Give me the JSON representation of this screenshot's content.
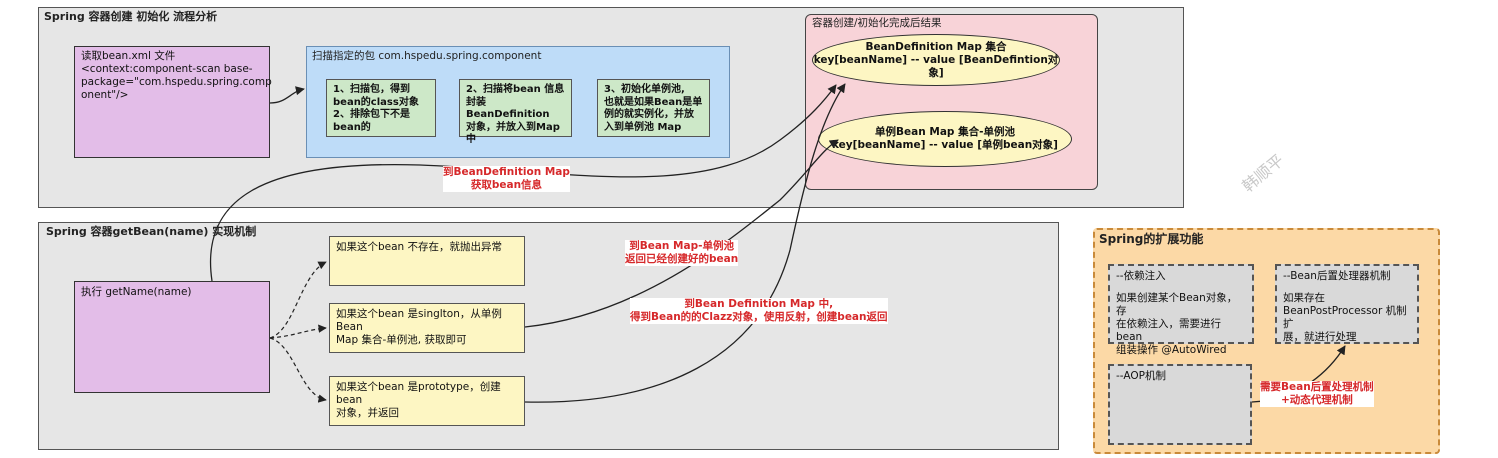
{
  "panel1": {
    "title": "Spring 容器创建 初始化 流程分析",
    "read_xml": [
      "读取bean.xml 文件",
      "<context:component-scan base-",
      "package=\"com.hspedu.spring.comp",
      "onent\"/>"
    ],
    "scan_title": "扫描指定的包 com.hspedu.spring.component",
    "step1": [
      "1、扫描包，得到",
      "bean的class对象",
      "2、排除包下不是",
      "bean的"
    ],
    "step2": [
      "2、扫描将bean 信息",
      "封装BeanDefinition",
      "对象，并放入到Map",
      "中"
    ],
    "step3": [
      "3、初始化单例池,",
      "也就是如果Bean是单",
      "例的就实例化，并放",
      "入到单例池 Map"
    ]
  },
  "result": {
    "title": "容器创建/初始化完成后结果",
    "map1": [
      "BeanDefinition Map 集合",
      "key[beanName] -- value [BeanDefintion对象]"
    ],
    "map2": [
      "单例Bean Map 集合-单例池",
      "key[beanName] -- value [单例bean对象]"
    ]
  },
  "panel2": {
    "title": "Spring 容器getBean(name) 实现机制",
    "exec": "执行 getName(name)",
    "case1": "如果这个bean 不存在，就抛出异常",
    "case2": [
      "如果这个bean 是singlton，从单例Bean",
      "Map 集合-单例池, 获取即可"
    ],
    "case3": [
      "如果这个bean 是prototype，创建bean",
      "对象，并返回"
    ]
  },
  "labels": {
    "to_def_map": [
      "到BeanDefinition Map",
      "获取bean信息"
    ],
    "to_bean_map": [
      "到Bean Map-单例池",
      "返回已经创建好的bean"
    ],
    "to_def_map2": [
      "到Bean Definition Map 中,",
      "得到Bean的的Clazz对象，使用反射，创建bean返回"
    ]
  },
  "ext": {
    "title": "Spring的扩展功能",
    "di_title": "--依赖注入",
    "di_text": [
      "如果创建某个Bean对象，存",
      "在依赖注入，需要进行bean",
      "组装操作 @AutoWired"
    ],
    "bpp_title": "--Bean后置处理器机制",
    "bpp_text": [
      "如果存在",
      "BeanPostProcessor 机制扩",
      "展，就进行处理"
    ],
    "aop_title": "--AOP机制",
    "aop_label": [
      "需要Bean后置处理机制",
      "+动态代理机制"
    ]
  },
  "watermark": "韩顺平"
}
